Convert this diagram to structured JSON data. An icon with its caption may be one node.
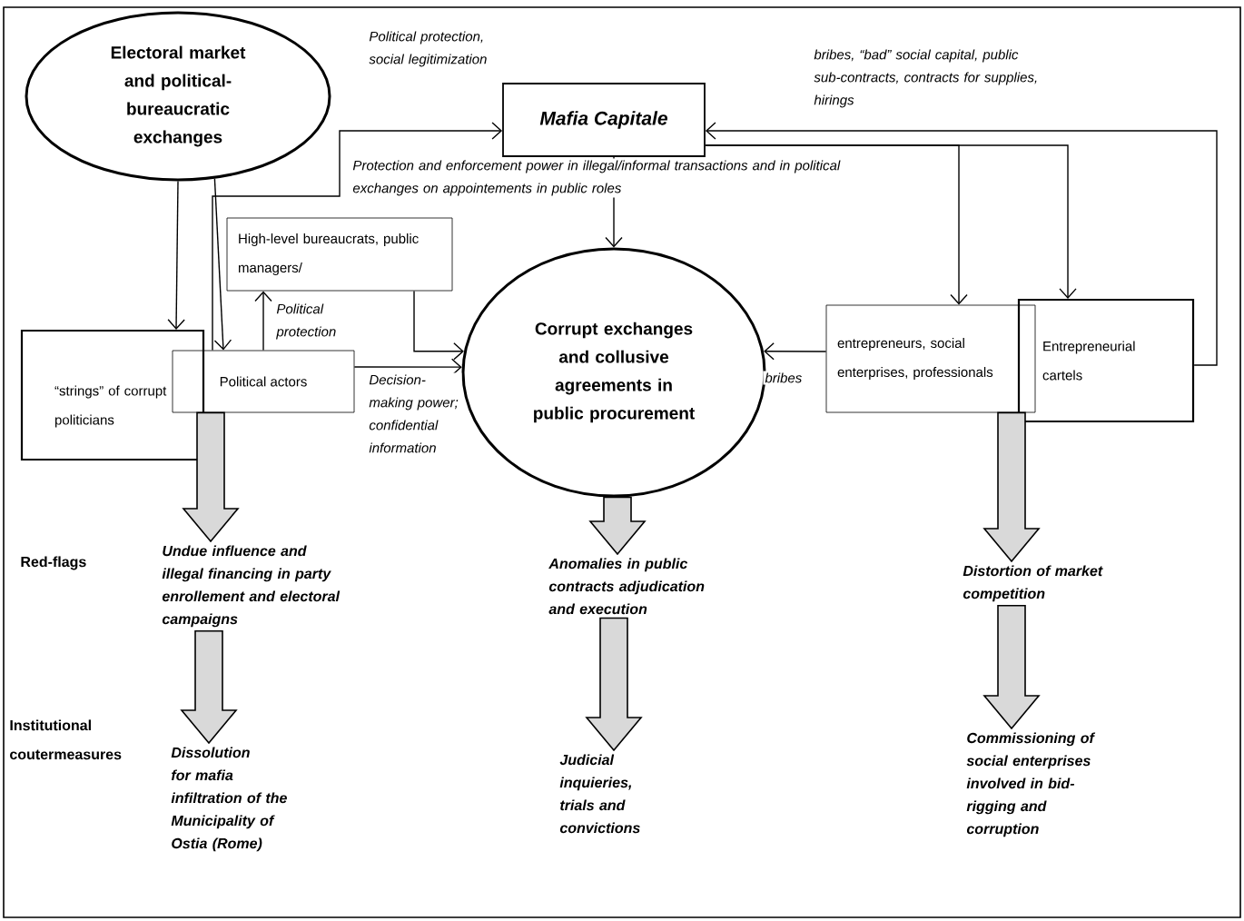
{
  "diagram": {
    "nodes": [
      {
        "text": [
          "Electoral market and political-bureaucratic exchanges"
        ]
      },
      {
        "text": [
          "Mafia Capitale"
        ]
      },
      {
        "text": [
          "High-level bureaucrats, public managers/"
        ]
      },
      {
        "text": [
          "“strings” of corrupt politicians"
        ]
      },
      {
        "text": [
          "Political actors"
        ]
      },
      {
        "text": [
          "Corrupt exchanges and collusive agreements in public procurement"
        ]
      },
      {
        "text": [
          "entrepreneurs, social enterprises, professionals"
        ]
      },
      {
        "text": [
          "Entrepreneurial cartels"
        ]
      },
      {
        "text": [
          "Undue influence and illegal financing in party enrollement and electoral campaigns"
        ]
      },
      {
        "text": [
          "Dissolution for mafia infiltration of the Municipality of Ostia (Rome)"
        ]
      },
      {
        "text": [
          "Anomalies in public contracts adjudication and execution"
        ]
      },
      {
        "text": [
          "Judicial inquieries, trials and convictions"
        ]
      },
      {
        "text": [
          "Distortion of market competition"
        ]
      },
      {
        "text": [
          "Commissioning of social enterprises involved in bid-rigging and corruption"
        ]
      }
    ],
    "edges": [
      {
        "from": 4,
        "to": 1,
        "arrow": "to",
        "label": "Political protection, social legitimization"
      },
      {
        "from": 1,
        "to": 5,
        "arrow": "to",
        "label": "Protection and enforcement power in illegal/informal transactions and in political exchanges on appointements in public roles"
      },
      {
        "from": 7,
        "to": 1,
        "arrow": "to",
        "label": "bribes, “bad” social capital, public sub-contracts, contracts for supplies, hirings"
      },
      {
        "from": 1,
        "to": 6,
        "arrow": "to"
      },
      {
        "from": 1,
        "to": 7,
        "arrow": "to"
      },
      {
        "from": 0,
        "to": 3,
        "arrow": "to"
      },
      {
        "from": 0,
        "to": 4,
        "arrow": "to"
      },
      {
        "from": 4,
        "to": 2,
        "arrow": "to",
        "label": "Political protection"
      },
      {
        "from": 2,
        "to": 5,
        "arrow": "to"
      },
      {
        "from": 4,
        "to": 5,
        "arrow": "to",
        "label": "Decision-making power; confidential information"
      },
      {
        "from": 6,
        "to": 5,
        "arrow": "to",
        "label": "bribes"
      },
      {
        "from": 4,
        "to": 8,
        "arrow": "to",
        "style": "thick"
      },
      {
        "from": 8,
        "to": 9,
        "arrow": "to",
        "style": "thick"
      },
      {
        "from": 5,
        "to": 10,
        "arrow": "to",
        "style": "thick"
      },
      {
        "from": 10,
        "to": 11,
        "arrow": "to",
        "style": "thick"
      },
      {
        "from": 6,
        "to": 12,
        "arrow": "to",
        "style": "thick"
      },
      {
        "from": 12,
        "to": 13,
        "arrow": "to",
        "style": "thick"
      }
    ],
    "labels": [
      "Red-flags",
      "Institutional coutermeasures"
    ]
  }
}
